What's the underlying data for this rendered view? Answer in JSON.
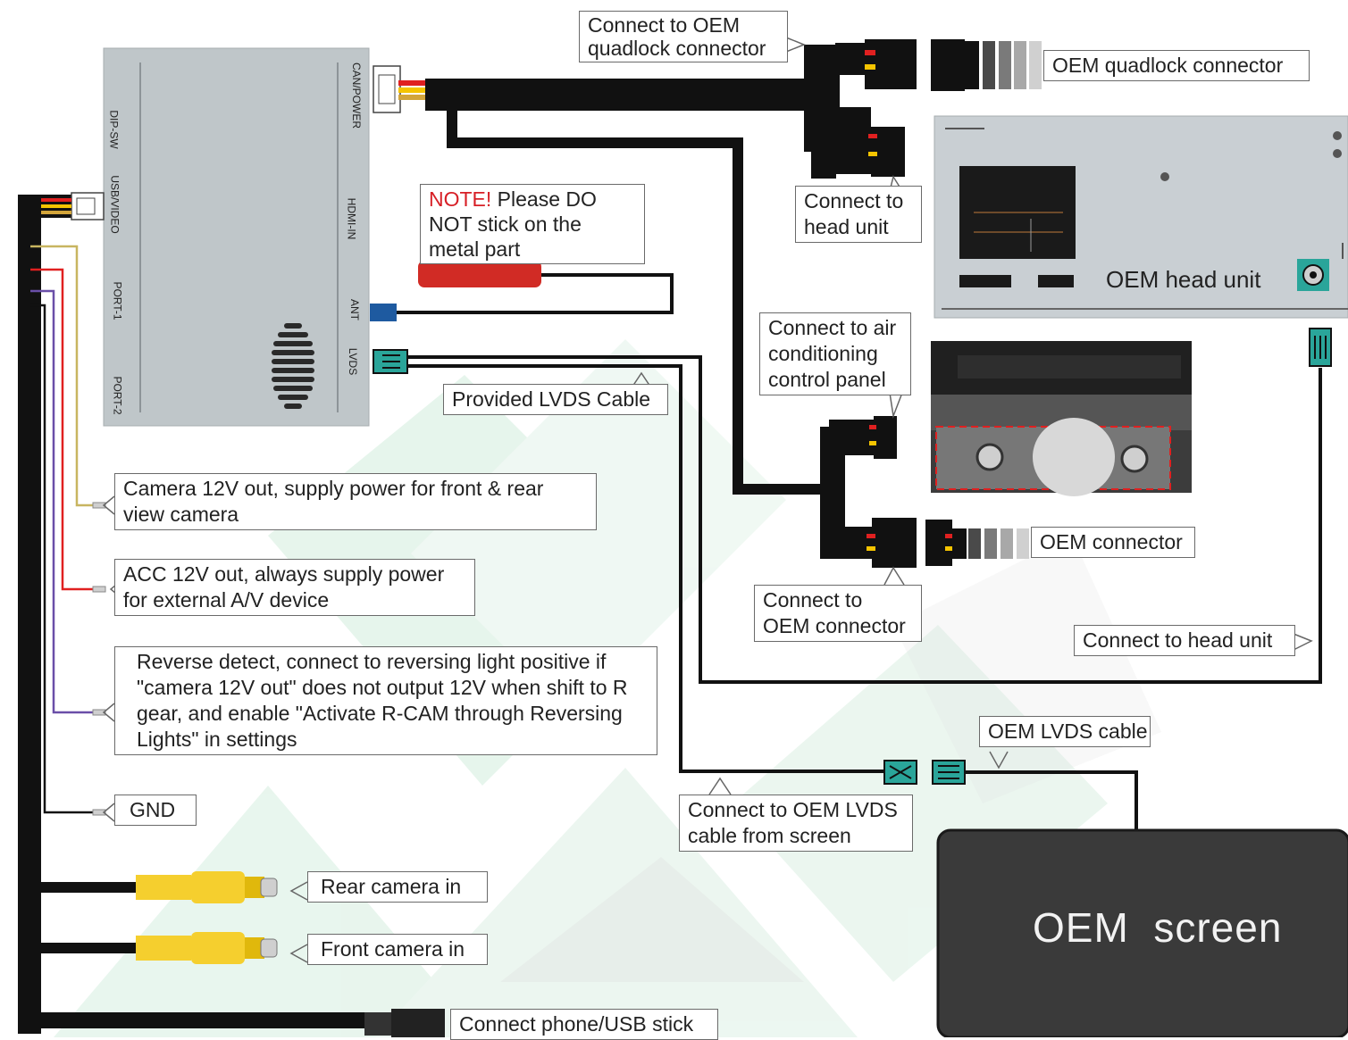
{
  "module": {
    "ports_left": [
      "DIP-SW",
      "USB/VIDEO",
      "PORT-1",
      "PORT-2"
    ],
    "ports_right": [
      "CAN/POWER",
      "HDMI-IN",
      "ANT",
      "LVDS"
    ]
  },
  "callouts": {
    "quadlock_connect": "Connect to OEM quadlock connector",
    "quadlock_oem": "OEM quadlock connector",
    "head_unit_connect": "Connect to head unit",
    "note_highlight": "NOTE!",
    "note_text": "Please DO NOT stick on the metal part",
    "ac_panel": "Connect to air conditioning control panel",
    "provided_lvds": "Provided LVDS Cable",
    "oem_connector": "OEM connector",
    "connect_oem_connector": "Connect to OEM connector",
    "connect_head_unit_2": "Connect to head unit",
    "oem_lvds_cable": "OEM LVDS cable",
    "connect_oem_lvds": "Connect to OEM LVDS cable from screen",
    "camera_12v": "Camera 12V out, supply power for front & rear view camera",
    "acc_12v": "ACC 12V out, always supply power for external A/V device",
    "reverse_detect": "Reverse detect, connect to reversing light positive if \"camera 12V out\" does not output 12V when shift to R gear, and enable \"Activate R-CAM through Reversing Lights\" in settings",
    "gnd": "GND",
    "rear_camera": "Rear camera in",
    "front_camera": "Front camera in",
    "usb_phone": "Connect phone/USB stick"
  },
  "head_unit": {
    "label": "OEM head unit"
  },
  "screen": {
    "label": "OEM  screen"
  },
  "colors": {
    "cable": "#111111",
    "lvds_connector": "#2aa59a",
    "antenna": "#d12b25",
    "ant_port": "#1e5aa0",
    "camera_wire": "#c8b560",
    "acc_wire": "#e02020",
    "reverse_wire": "#6a4fa8",
    "rca_yellow": "#f5cf2e",
    "watermark_green": "#d7efe0"
  }
}
